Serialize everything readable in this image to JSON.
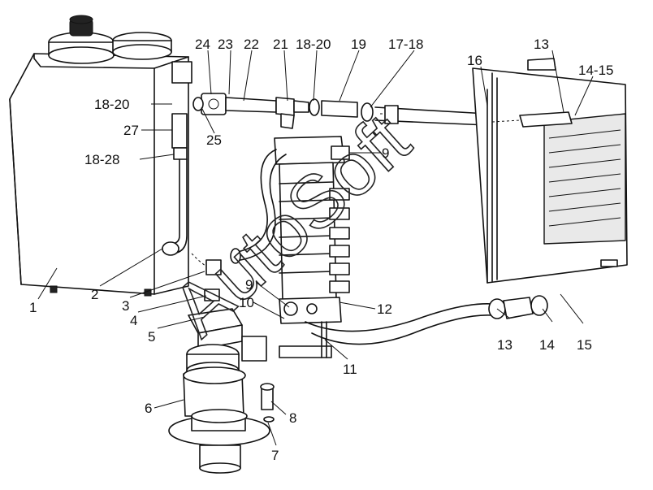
{
  "watermark": "AutoSoft",
  "labels": {
    "l1": "1",
    "l2": "2",
    "l3": "3",
    "l4": "4",
    "l5": "5",
    "l6": "6",
    "l7": "7",
    "l8": "8",
    "l9a": "9",
    "l9b": "9",
    "l10": "10",
    "l11": "11",
    "l12": "12",
    "l13a": "13",
    "l13b": "13",
    "l14": "14",
    "l14_15": "14-15",
    "l15": "15",
    "l16": "16",
    "l17_18": "17-18",
    "l18_20a": "18-20",
    "l18_20b": "18-20",
    "l18_28": "18-28",
    "l19": "19",
    "l21": "21",
    "l22": "22",
    "l23": "23",
    "l24": "24",
    "l25": "25",
    "l27": "27"
  }
}
